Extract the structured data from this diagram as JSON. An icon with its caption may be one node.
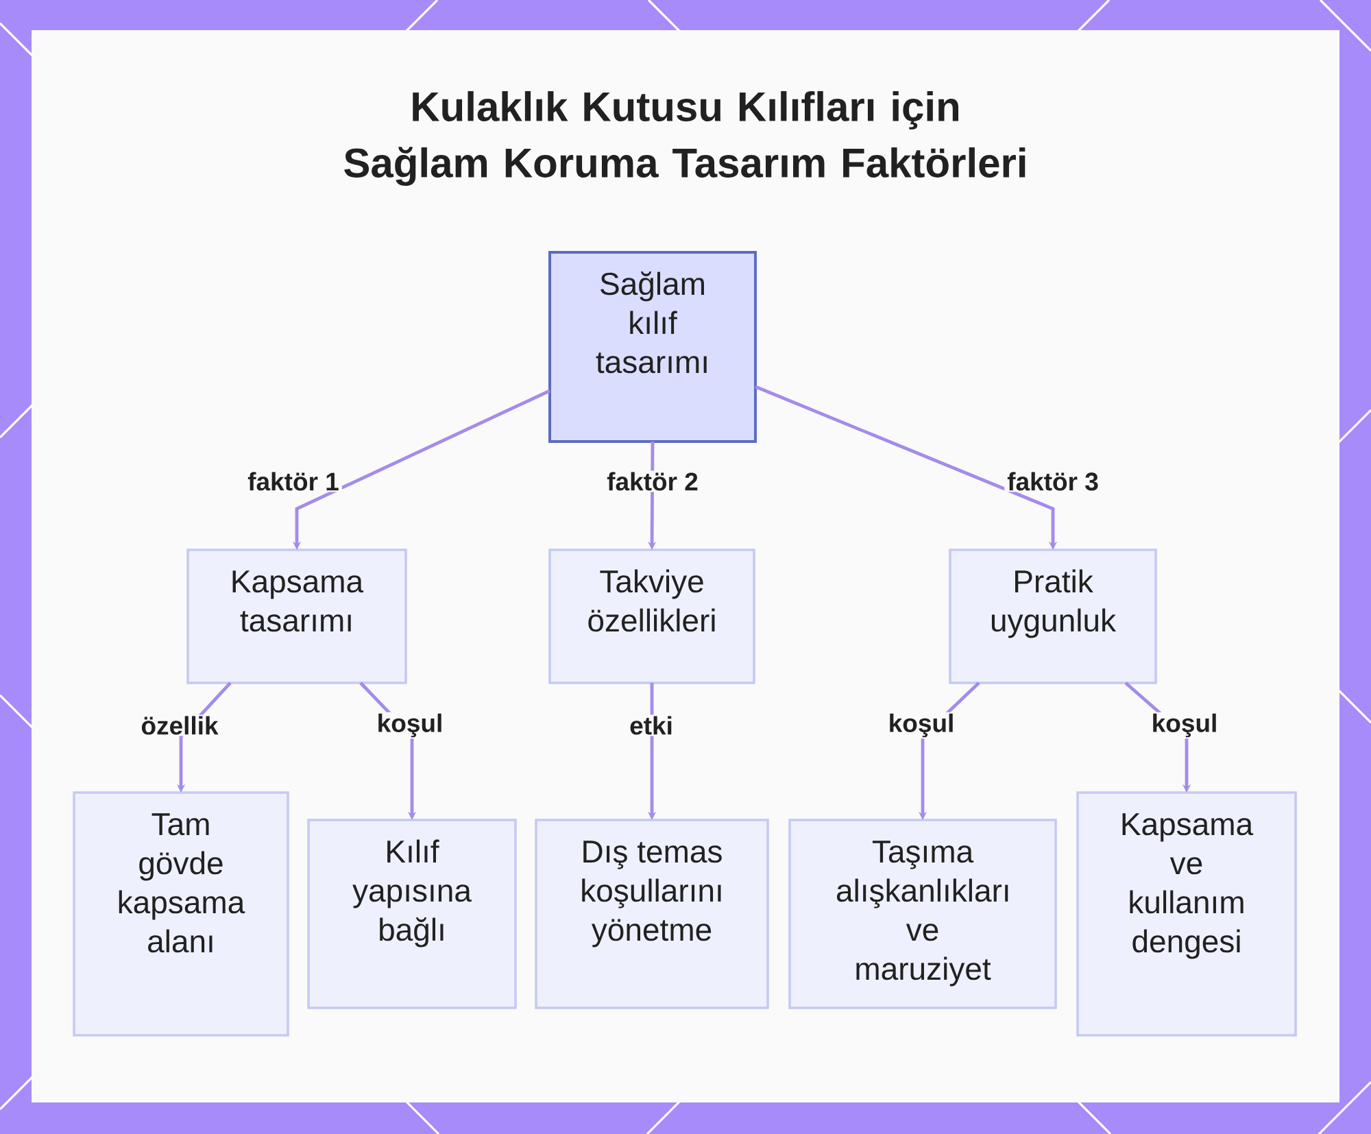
{
  "diagram": {
    "title": "Kulaklık Kutusu Kılıfları için Sağlam Koruma Tasarım Faktörleri",
    "nodes": [
      {
        "text": [
          "Sağlam kılıf tasarımı"
        ]
      },
      {
        "text": [
          "Kapsama tasarımı"
        ]
      },
      {
        "text": [
          "Takviye özellikleri"
        ]
      },
      {
        "text": [
          "Pratik uygunluk"
        ]
      },
      {
        "text": [
          "Tam gövde kapsama alanı"
        ]
      },
      {
        "text": [
          "Kılıf yapısına bağlı"
        ]
      },
      {
        "text": [
          "Dış temas koşullarını yönetme"
        ]
      },
      {
        "text": [
          "Taşıma alışkanlıkları ve maruziyet"
        ]
      },
      {
        "text": [
          "Kapsama ve kullanım dengesi"
        ]
      }
    ],
    "edges": [
      {
        "from": 0,
        "to": 1,
        "arrow": "to",
        "label": "faktör 1"
      },
      {
        "from": 0,
        "to": 2,
        "arrow": "to",
        "label": "faktör 2"
      },
      {
        "from": 0,
        "to": 3,
        "arrow": "to",
        "label": "faktör 3"
      },
      {
        "from": 1,
        "to": 4,
        "arrow": "to",
        "label": "özellik"
      },
      {
        "from": 1,
        "to": 5,
        "arrow": "to",
        "label": "koşul"
      },
      {
        "from": 2,
        "to": 6,
        "arrow": "to",
        "label": "etki"
      },
      {
        "from": 3,
        "to": 7,
        "arrow": "to",
        "label": "koşul"
      },
      {
        "from": 3,
        "to": 8,
        "arrow": "to",
        "label": "koşul"
      }
    ]
  }
}
